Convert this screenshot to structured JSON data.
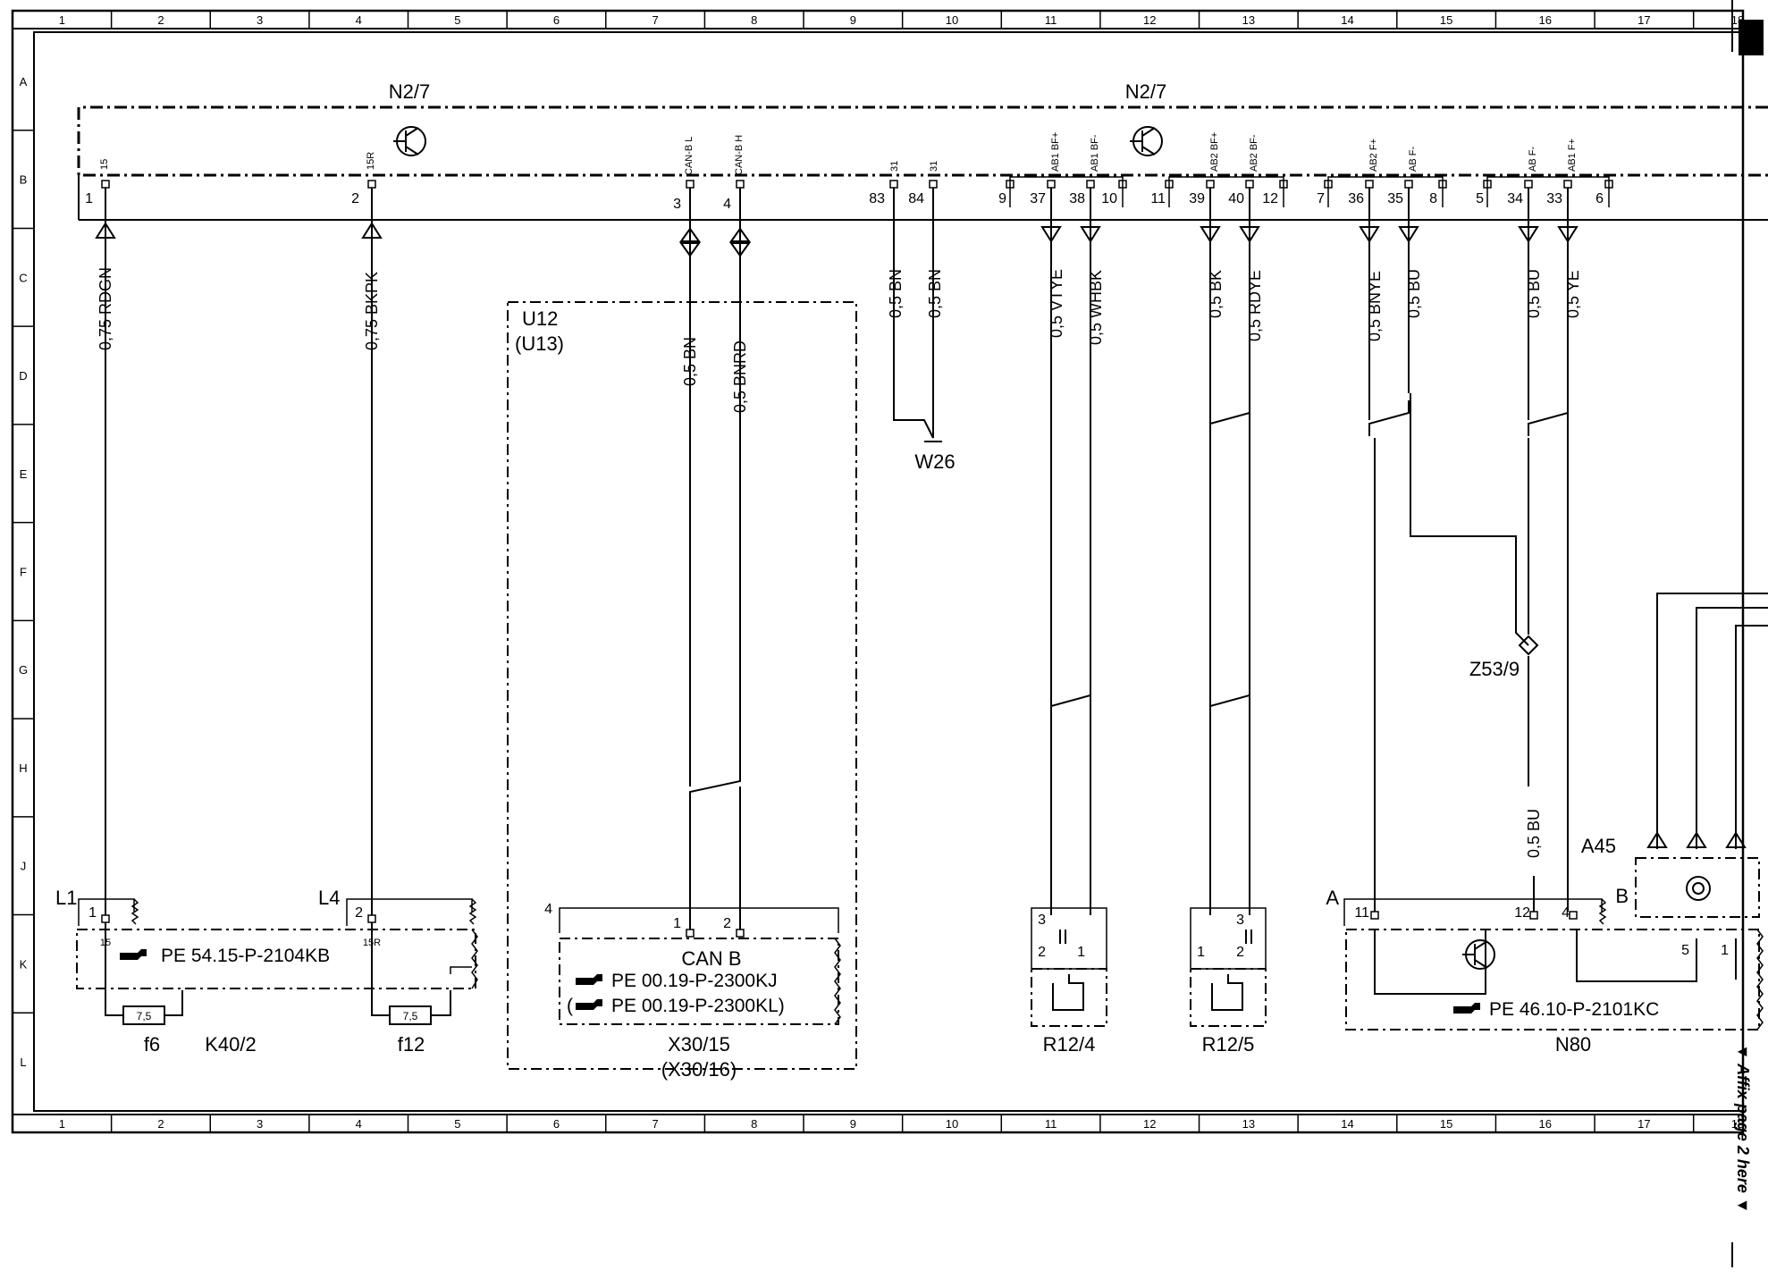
{
  "grid": {
    "columns": [
      "1",
      "2",
      "3",
      "4",
      "5",
      "6",
      "7",
      "8",
      "9",
      "10",
      "11",
      "12",
      "13",
      "14",
      "15",
      "16",
      "17",
      "18"
    ],
    "rows": [
      "A",
      "B",
      "C",
      "D",
      "E",
      "F",
      "G",
      "H",
      "J",
      "K",
      "L"
    ]
  },
  "components": {
    "n27_left": "N2/7",
    "n27_right": "N2/7",
    "u12": "U12",
    "u13": "(U13)",
    "w26": "W26",
    "z53_9": "Z53/9",
    "a45": "A45",
    "a45_b": "B",
    "n80_a": "A",
    "f6": "f6",
    "k40_2": "K40/2",
    "f12": "f12",
    "x30_15": "X30/15",
    "x30_16": "(X30/16)",
    "r12_4": "R12/4",
    "r12_5": "R12/5",
    "n80": "N80",
    "l1": "L1",
    "l4": "L4",
    "can_b": "CAN B"
  },
  "wires": {
    "rdgn": "0,75 RDGN",
    "bkpk": "0,75 BKPK",
    "can_l": "0,5 BN",
    "can_h": "0,5 BNRD",
    "gnd83": "0,5 BN",
    "gnd84": "0,5 BN",
    "vtye": "0,5 VTYE",
    "whbk": "0,5 WHBK",
    "bk": "0,5 BK",
    "rdye": "0,5 RDYE",
    "bnye": "0,5 BNYE",
    "bu35": "0,5 BU",
    "bu34": "0,5 BU",
    "ye33": "0,5 YE",
    "bu_lower": "0,5 BU"
  },
  "signals": {
    "s15": "15",
    "s15r": "15R",
    "canl": "CAN-B L",
    "canh": "CAN-B H",
    "g83": "31",
    "g84": "31",
    "ab1bfp": "AB1 BF+",
    "ab1bfm": "AB1 BF-",
    "ab2bfp": "AB2 BF+",
    "ab2bfm": "AB2 BF-",
    "ab2fp": "AB2 F+",
    "abfm1": "AB F-",
    "abfm2": "AB F-",
    "ab1fp": "AB1 F+"
  },
  "pins": {
    "p1": "1",
    "p2": "2",
    "p3": "3",
    "p4": "4",
    "p83": "83",
    "p84": "84",
    "p9": "9",
    "p37": "37",
    "p38": "38",
    "p10": "10",
    "p11": "11",
    "p39": "39",
    "p40": "40",
    "p12": "12",
    "p7": "7",
    "p36": "36",
    "p35": "35",
    "p8": "8",
    "p5": "5",
    "p34": "34",
    "p33": "33",
    "p6": "6",
    "k_15": "15",
    "k_15r": "15R",
    "k_1": "1",
    "k_2": "2",
    "x_4": "4",
    "x_1": "1",
    "x_2": "2",
    "r4_3": "3",
    "r4_2": "2",
    "r4_1": "1",
    "r5_3": "3",
    "r5_1": "1",
    "r5_2": "2",
    "n80_11": "11",
    "n80_12": "12",
    "n80_4": "4",
    "n80_5": "5",
    "n80_1": "1"
  },
  "fuses": {
    "f6_val": "7,5",
    "f12_val": "7,5"
  },
  "refs": {
    "k40": "PE 54.15-P-2104KB",
    "x30a": "PE 00.19-P-2300KJ",
    "x30b": "PE 00.19-P-2300KL)",
    "x30b_prefix": "(",
    "n80": "PE 46.10-P-2101KC"
  },
  "note": "▼ Affix page 2 here ▼"
}
